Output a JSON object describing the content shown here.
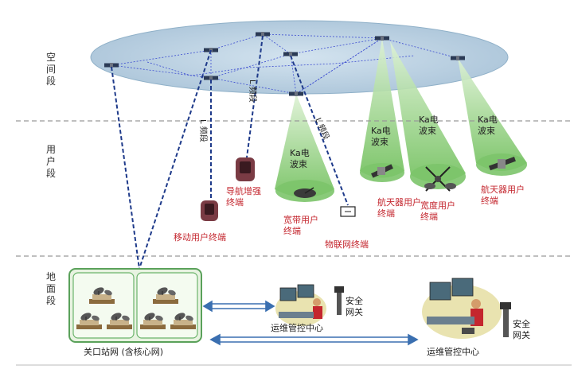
{
  "segments": {
    "space": "空\n间\n段",
    "user": "用\n户\n段",
    "ground": "地\n面\n段"
  },
  "beams": {
    "ka_left": "Ka电\n波束",
    "ka_right1": "Ka电\n波束",
    "ka_right2": "Ka电\n波束",
    "ka_right3": "Ka电\n波束"
  },
  "links": {
    "l1": "L 频段",
    "l2": "L 频段",
    "l3": "L 频段"
  },
  "terminals": {
    "mobile": "移动用户终端",
    "nav": "导航增强\n终端",
    "broadband": "宽带用户\n终端",
    "iot": "物联网终端",
    "spacecraft1": "航天器用户\n终端",
    "aircraft": "宽度用户\n终端",
    "spacecraft2": "航天器用户\n终端"
  },
  "ground": {
    "gateway": "关口站网 (含核心网)",
    "ops1": "运维管控中心",
    "ops2": "运维管控中心",
    "sec1": "安全\n网关",
    "sec2": "安全\n网关"
  },
  "colors": {
    "orbit_fill": "#b7cfe2",
    "beam_green": "#7cc46a",
    "text_red": "#c4262e",
    "link_blue": "#1e3a8a",
    "dash_gray": "#999999"
  }
}
